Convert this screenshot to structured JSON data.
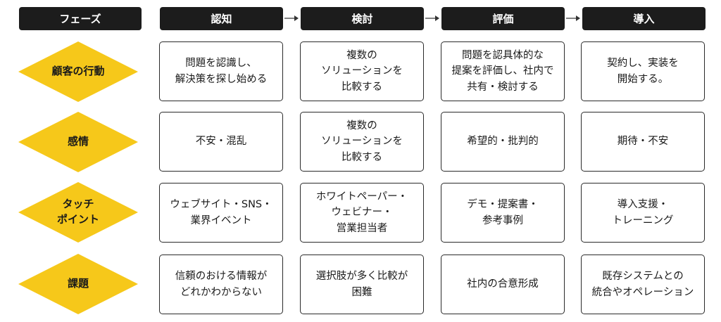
{
  "header": {
    "phase_label": "フェーズ",
    "stages": [
      "認知",
      "検討",
      "評価",
      "導入"
    ]
  },
  "rows": [
    {
      "label": "顧客の行動",
      "cells": [
        "問題を認識し、\n解決策を探し始める",
        "複数の\nソリューションを\n比較する",
        "問題を認具体的な\n提案を評価し、社内で\n共有・検討する",
        "契約し、実装を\n開始する。"
      ]
    },
    {
      "label": "感情",
      "cells": [
        "不安・混乱",
        "複数の\nソリューションを\n比較する",
        "希望的・批判的",
        "期待・不安"
      ]
    },
    {
      "label": "タッチ\nポイント",
      "cells": [
        "ウェブサイト・SNS・\n業界イベント",
        "ホワイトペーパー・\nウェビナー・\n営業担当者",
        "デモ・提案書・\n参考事例",
        "導入支援・\nトレーニング"
      ]
    },
    {
      "label": "課題",
      "cells": [
        "信頼のおける情報が\nどれかわからない",
        "選択肢が多く比較が\n困難",
        "社内の合意形成",
        "既存システムとの\n統合やオペレーション"
      ]
    }
  ],
  "colors": {
    "header_bg": "#1c1c1c",
    "diamond": "#f6c81a",
    "border": "#2a2a2a"
  }
}
